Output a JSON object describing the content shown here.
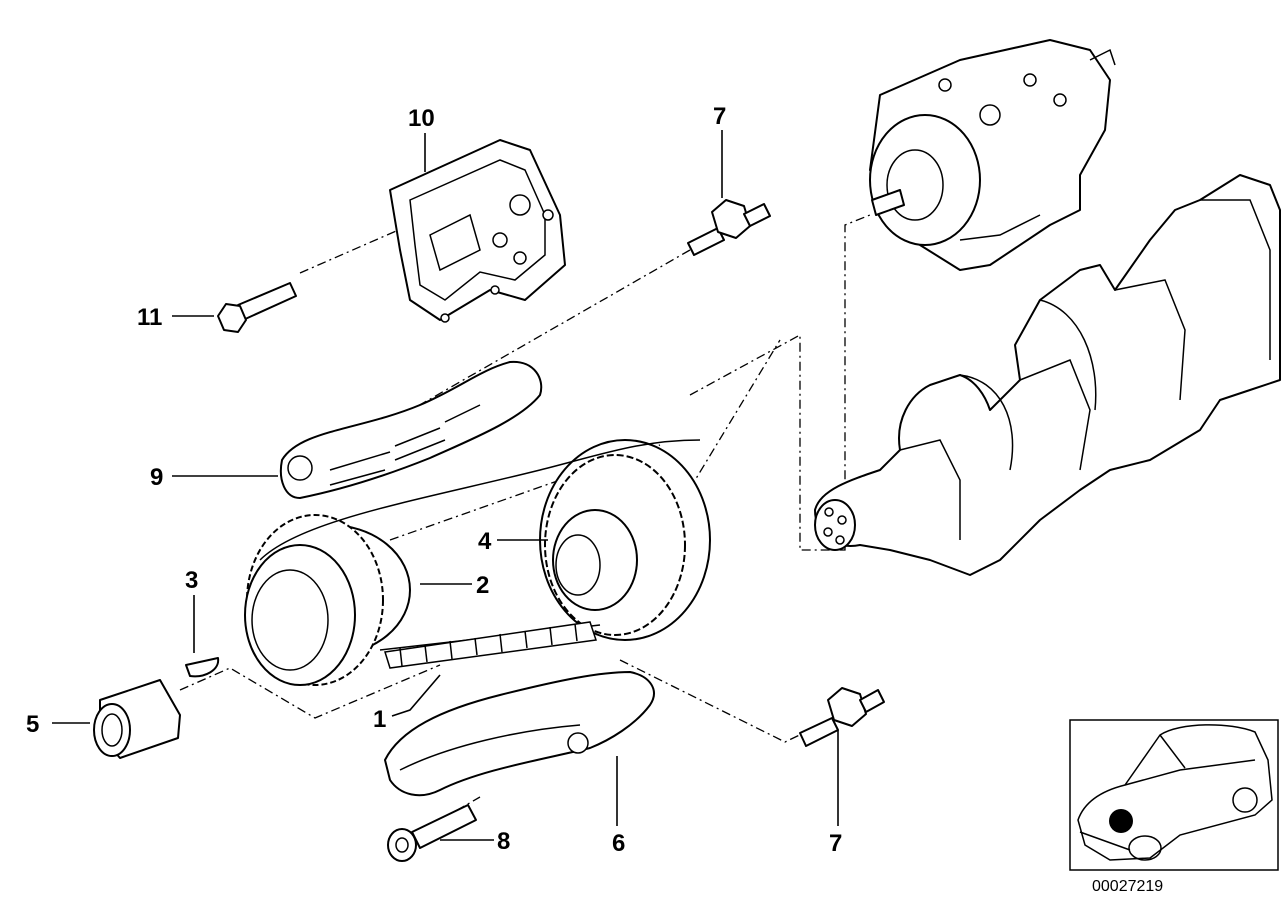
{
  "callouts": {
    "c1": "1",
    "c2": "2",
    "c3": "3",
    "c4": "4",
    "c5": "5",
    "c6": "6",
    "c7a": "7",
    "c7b": "7",
    "c8": "8",
    "c9": "9",
    "c10": "10",
    "c11": "11"
  },
  "diagram_code": "00027219",
  "inset": {
    "marker_color": "#000000"
  }
}
